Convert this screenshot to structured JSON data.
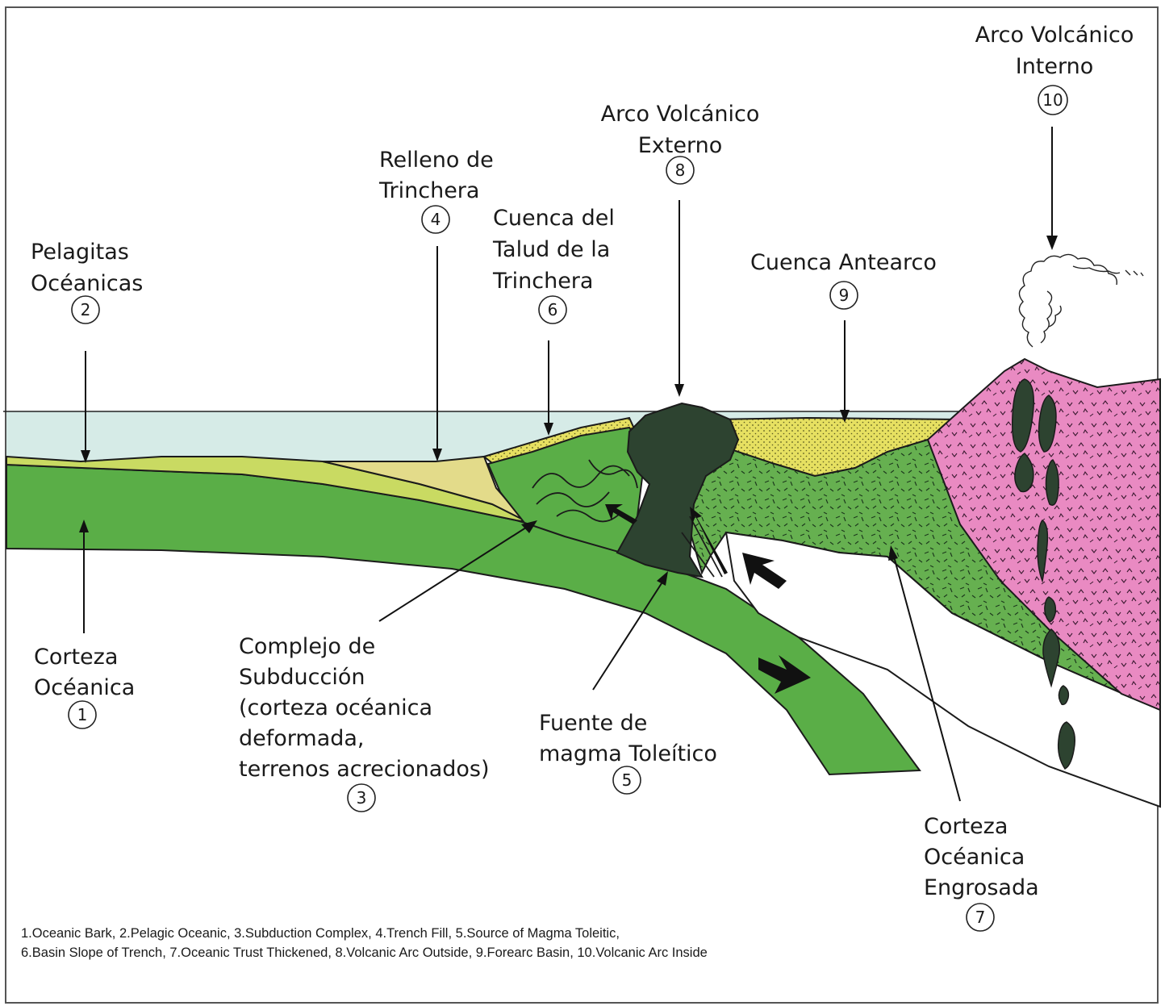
{
  "labels": {
    "l1": {
      "lines": [
        "Corteza",
        "Océanica"
      ],
      "num": "1"
    },
    "l2": {
      "lines": [
        "Pelagitas",
        "Océanicas"
      ],
      "num": "2"
    },
    "l3": {
      "lines": [
        "Complejo de",
        "Subducción",
        "(corteza océanica",
        "deformada,",
        "terrenos acrecionados)"
      ],
      "num": "3"
    },
    "l4": {
      "lines": [
        "Relleno de",
        "Trinchera"
      ],
      "num": "4"
    },
    "l5": {
      "lines": [
        "Fuente de",
        "magma Toleítico"
      ],
      "num": "5"
    },
    "l6": {
      "lines": [
        "Cuenca del",
        "Talud de la",
        "Trinchera"
      ],
      "num": "6"
    },
    "l7": {
      "lines": [
        "Corteza",
        "Océanica",
        "Engrosada"
      ],
      "num": "7"
    },
    "l8": {
      "lines": [
        "Arco Volcánico",
        "Externo"
      ],
      "num": "8"
    },
    "l9": {
      "lines": [
        "Cuenca Antearco"
      ],
      "num": "9"
    },
    "l10": {
      "lines": [
        "Arco Volcánico",
        "Interno"
      ],
      "num": "10"
    }
  },
  "legend": {
    "line1": "1.Oceanic Bark, 2.Pelagic Oceanic, 3.Subduction Complex, 4.Trench Fill, 5.Source of Magma Toleitic,",
    "line2": "6.Basin Slope of Trench, 7.Oceanic Trust Thickened, 8.Volcanic Arc Outside, 9.Forearc Basin, 10.Volcanic Arc Inside"
  },
  "colors": {
    "sea": "#d6ebe7",
    "oceanic_crust": "#5aae47",
    "pelagic": "#c9da62",
    "trench_fill": "#e3db8a",
    "basin_sediment": "#e6e061",
    "dark_magma": "#2d4330",
    "thickened_crust": "#66b050",
    "inner_arc": "#e98ac2"
  }
}
